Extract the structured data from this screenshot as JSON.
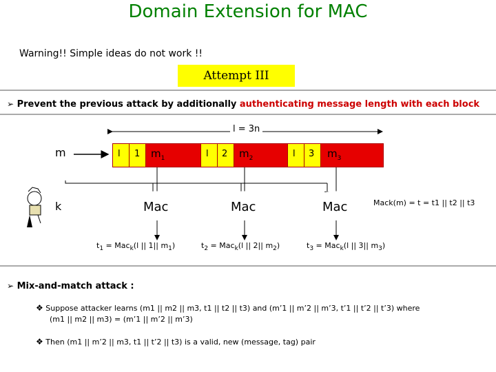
{
  "title": "Domain Extension for MAC",
  "warning": "Warning!! Simple ideas do not work !!",
  "attempt": "Attempt III",
  "bullet1": {
    "before": "Prevent the previous attack by additionally ",
    "highlight": "authenticating message length with each block"
  },
  "length_label": "l = 3n",
  "m_label": "m",
  "k_label": "k",
  "blocks": [
    {
      "l": "l",
      "idx": "1",
      "m": "m",
      "sub": "1"
    },
    {
      "l": "l",
      "idx": "2",
      "m": "m",
      "sub": "2"
    },
    {
      "l": "l",
      "idx": "3",
      "m": "m",
      "sub": "3"
    }
  ],
  "mac_label": "Mac",
  "tags": [
    {
      "t": "t",
      "tsub": "1",
      "body": " = Mac",
      "ksub": "k",
      "rest": "(l || 1|| m",
      "msub": "1",
      "close": ")"
    },
    {
      "t": "t",
      "tsub": "2",
      "body": " = Mac",
      "ksub": "k",
      "rest": "(l || 2|| m",
      "msub": "2",
      "close": ")"
    },
    {
      "t": "t",
      "tsub": "3",
      "body": " = Mac",
      "ksub": "k",
      "rest": "(l || 3|| m",
      "msub": "3",
      "close": ")"
    }
  ],
  "final_tag": "Mack(m) = t = t1 || t2 || t3",
  "bullet2": "Mix-and-match attack :",
  "sub1_line1": "Suppose attacker learns (m1 || m2 || m3, t1 || t2 || t3) and (m’1 || m’2 || m’3, t’1 || t’2 || t’3) where",
  "sub1_line2": "(m1 || m2 || m3) = (m’1 || m’2 || m’3)",
  "sub2": "Then (m1 || m’2 || m3, t1 || t’2 || t3) is a valid, new (message, tag) pair"
}
